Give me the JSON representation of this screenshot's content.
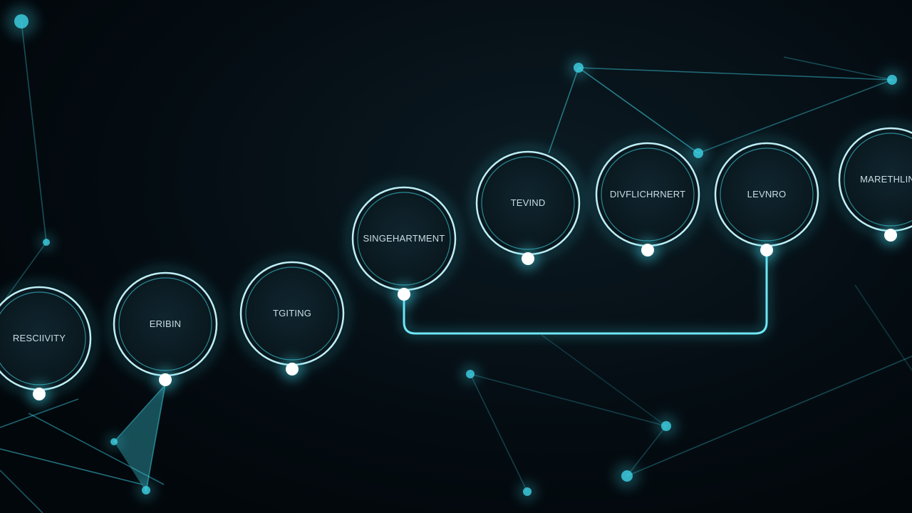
{
  "colors": {
    "background": "#02070b",
    "accent": "#3fd3e6",
    "node_fill": "#0b1c25",
    "node_ring": "#bfeef6",
    "label": "#c9dde3"
  },
  "nodes": [
    {
      "label": "RESCIIVITY"
    },
    {
      "label": "ERIBIN"
    },
    {
      "label": "TGITING"
    },
    {
      "label": "SINGEHARTMENT"
    },
    {
      "label": "TEVIND"
    },
    {
      "label": "DIVFLICHRNERT"
    },
    {
      "label": "LEVNRO"
    },
    {
      "label": "MARETHLINE"
    }
  ]
}
